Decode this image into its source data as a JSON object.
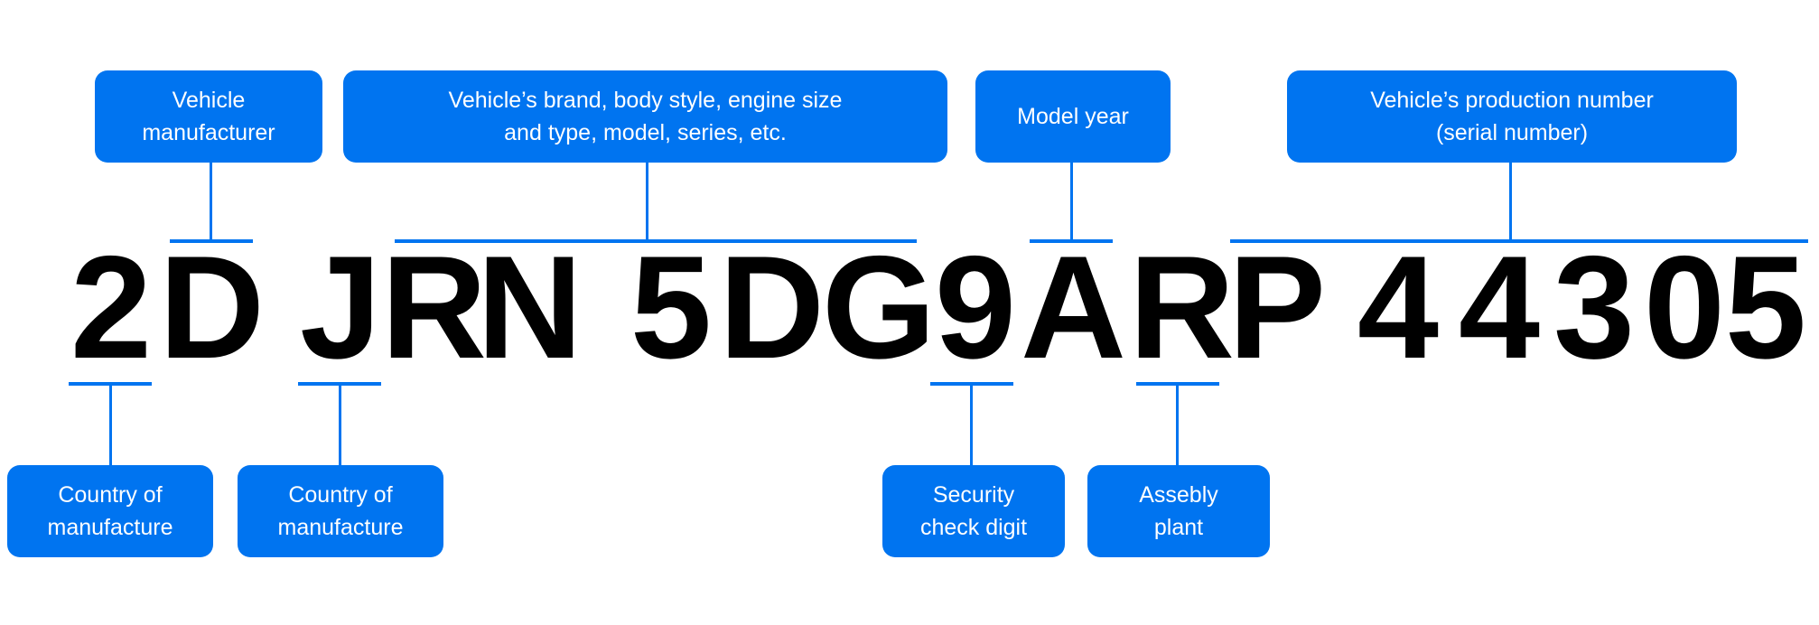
{
  "vin": {
    "characters": [
      "2",
      "D",
      "J",
      "R",
      "N",
      "5",
      "D",
      "G",
      "9",
      "A",
      "R",
      "P",
      "4",
      "4",
      "3",
      "0",
      "5"
    ]
  },
  "callouts_top": {
    "manufacturer": "Vehicle\nmanufacturer",
    "descriptor": "Vehicle’s brand, body style, engine size\nand type, model, series, etc.",
    "model_year": "Model year",
    "serial": "Vehicle’s production number\n(serial number)"
  },
  "callouts_bottom": {
    "country_1": "Country of\nmanufacture",
    "country_2": "Country of\nmanufacture",
    "check_digit": "Security\ncheck digit",
    "plant": "Assebly\nplant"
  },
  "colors": {
    "accent": "#0074f0",
    "text": "#000000",
    "box_text": "#ffffff"
  }
}
